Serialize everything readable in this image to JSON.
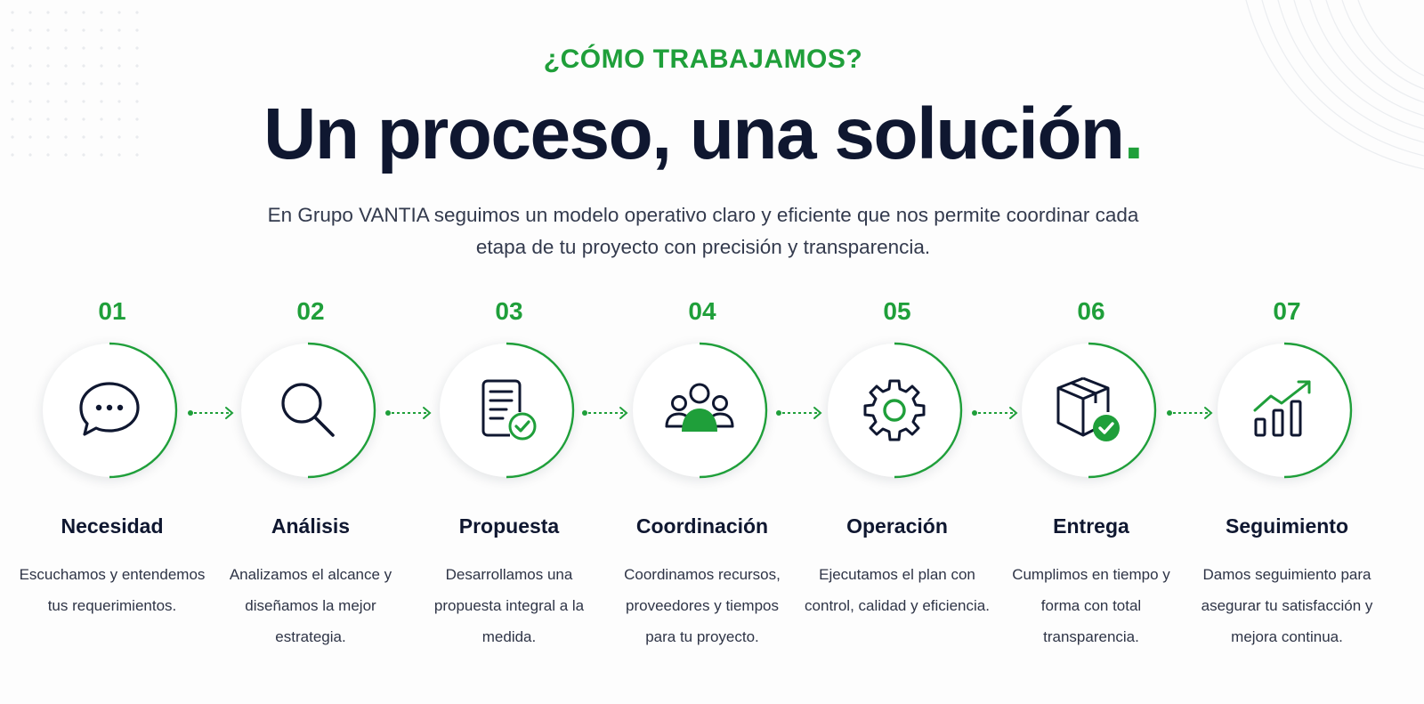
{
  "eyebrow": "¿CÓMO TRABAJAMOS?",
  "headline": {
    "text": "Un proceso, una solución",
    "accent": "."
  },
  "intro": "En Grupo VANTIA seguimos un modelo operativo claro y eficiente que nos permite coordinar cada etapa de tu proyecto con precisión y transparencia.",
  "colors": {
    "accent": "#1f9f3a",
    "navy": "#0f1730",
    "text": "#2e3446"
  },
  "steps": [
    {
      "num": "01",
      "title": "Necesidad",
      "desc": "Escuchamos y entendemos tus requerimientos.",
      "icon": "chat-bubble-icon"
    },
    {
      "num": "02",
      "title": "Análisis",
      "desc": "Analizamos el alcance y diseñamos la mejor estrategia.",
      "icon": "magnifier-icon"
    },
    {
      "num": "03",
      "title": "Propuesta",
      "desc": "Desarrollamos una propuesta integral a la medida.",
      "icon": "document-check-icon"
    },
    {
      "num": "04",
      "title": "Coordinación",
      "desc": "Coordinamos recursos, proveedores y tiempos para tu proyecto.",
      "icon": "team-icon"
    },
    {
      "num": "05",
      "title": "Operación",
      "desc": "Ejecutamos el plan con control, calidad y eficiencia.",
      "icon": "gear-icon"
    },
    {
      "num": "06",
      "title": "Entrega",
      "desc": "Cumplimos en tiempo y forma con total transparencia.",
      "icon": "package-check-icon"
    },
    {
      "num": "07",
      "title": "Seguimiento",
      "desc": "Damos seguimiento para asegurar tu satisfacción y mejora continua.",
      "icon": "growth-chart-icon"
    }
  ]
}
